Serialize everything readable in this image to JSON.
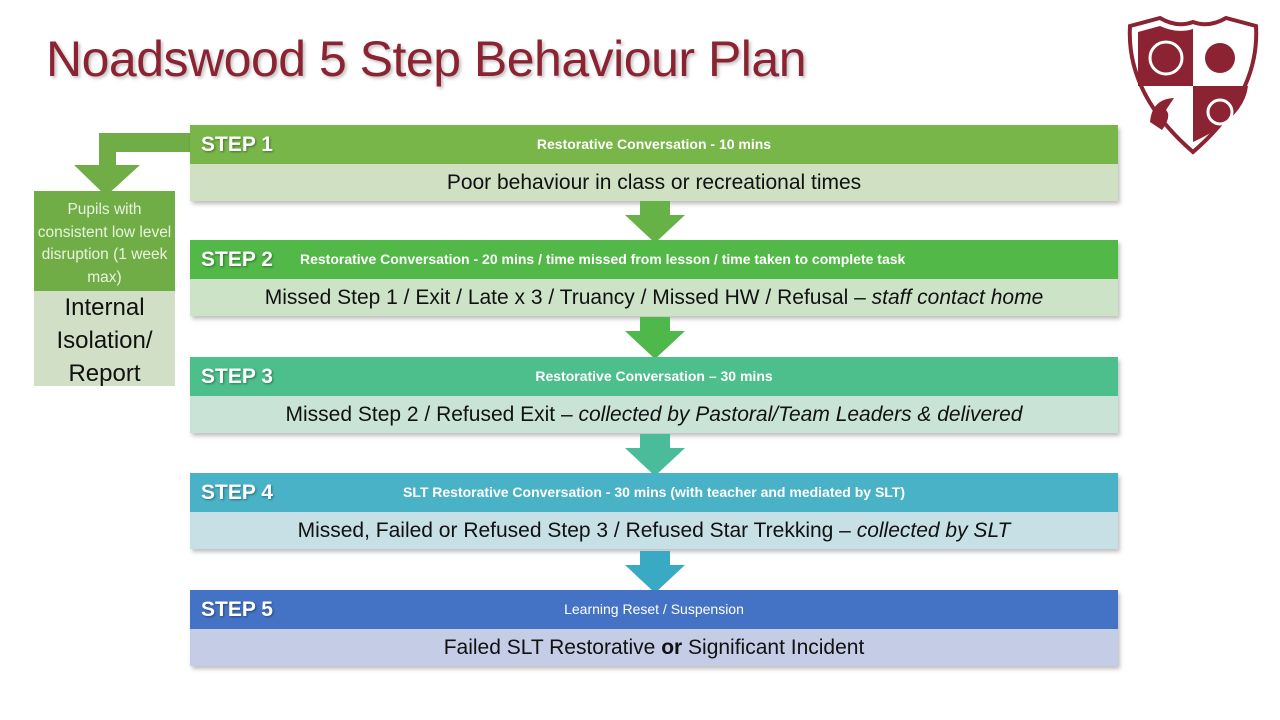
{
  "title": "Noadswood 5 Step Behaviour Plan",
  "side": {
    "top": "Pupils with consistent low level disruption (1 week max)",
    "bottom": "Internal Isolation/ Report"
  },
  "steps": [
    {
      "label": "STEP 1",
      "sub": "Restorative Conversation - 10 mins",
      "body": "Poor behaviour in class or recreational times",
      "header_color": "#78b64a",
      "body_color": "#cfe0c3"
    },
    {
      "label": "STEP 2",
      "sub": "Restorative Conversation - 20 mins / time missed from lesson / time taken to complete task",
      "body": "Missed Step 1 / Exit / Late x 3 / Truancy / Missed HW / Refusal – ",
      "body_em": "staff contact home",
      "header_color": "#52b848",
      "body_color": "#cde3c8"
    },
    {
      "label": "STEP 3",
      "sub": "Restorative Conversation – 30 mins",
      "body": "Missed Step 2 / Refused Exit – ",
      "body_em": "collected by Pastoral/Team Leaders & delivered",
      "header_color": "#4cbf8c",
      "body_color": "#c9e4d7"
    },
    {
      "label": "STEP 4",
      "sub": "SLT Restorative Conversation -  30 mins (with teacher and mediated by SLT)",
      "body": "Missed, Failed or Refused Step 3 / Refused Star Trekking  – ",
      "body_em": "collected by SLT",
      "header_color": "#4ab2c6",
      "body_color": "#c6e0e6"
    },
    {
      "label": "STEP 5",
      "sub": "Learning Reset / Suspension",
      "body": "Failed SLT Restorative ",
      "body_b": "or",
      "body_end": " Significant Incident",
      "header_color": "#4473c5",
      "body_color": "#c5cde6"
    }
  ]
}
